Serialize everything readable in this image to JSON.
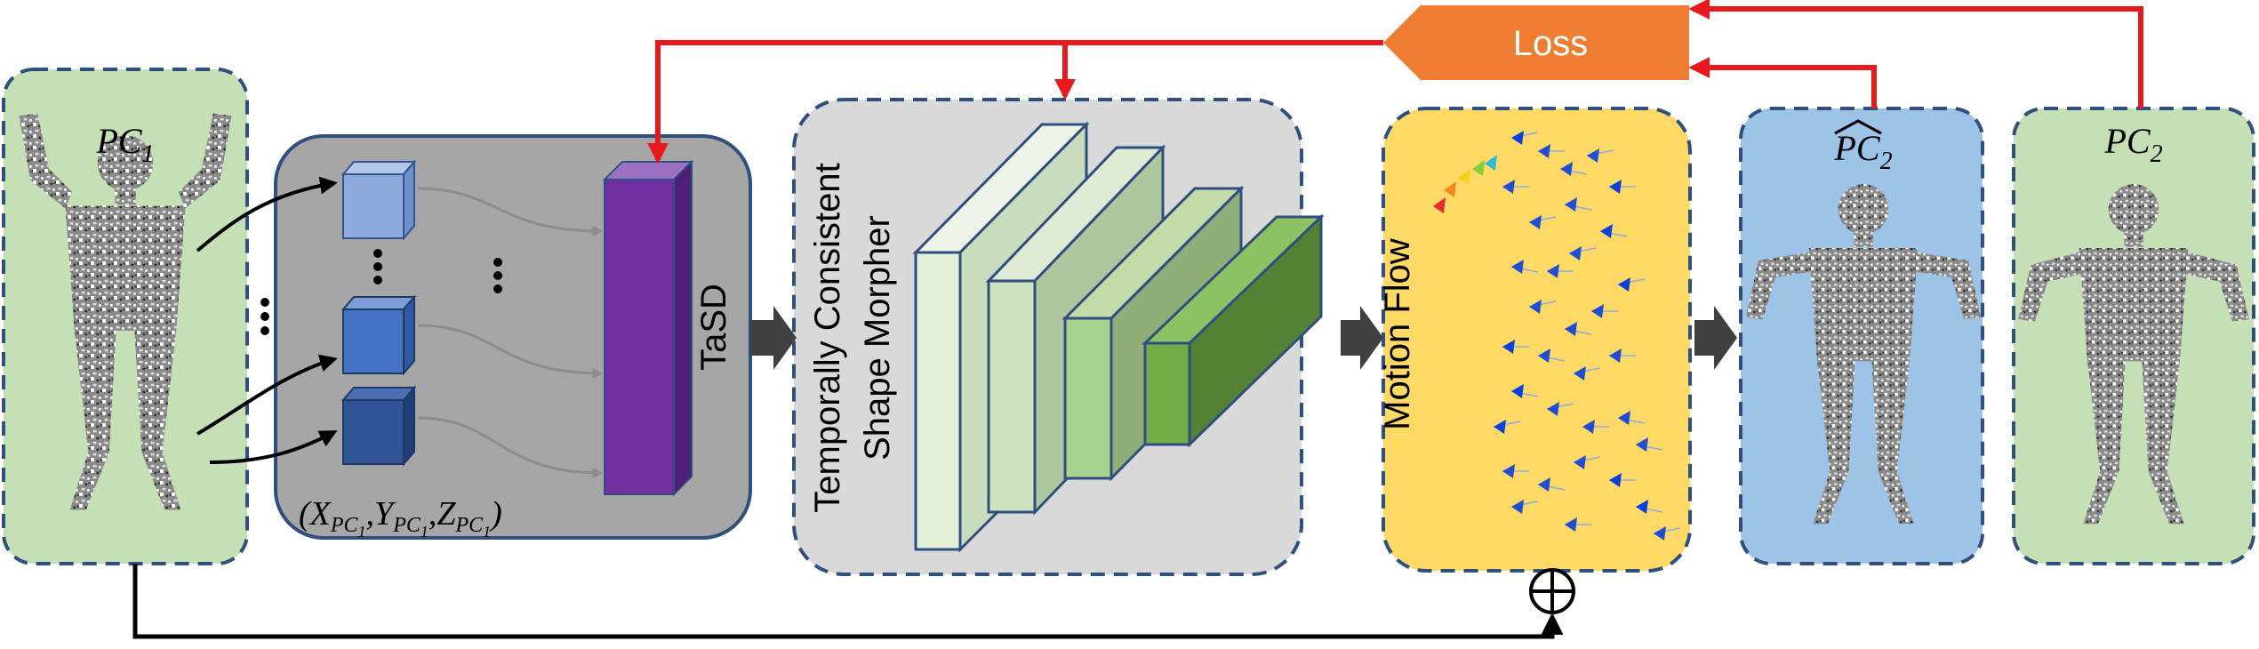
{
  "loss": {
    "label": "Loss"
  },
  "panels": {
    "pc1": {
      "label": "PC",
      "subscript": "1"
    },
    "tasd": {
      "label": "TaSD",
      "coords": {
        "open": "(",
        "x": "X",
        "y": "Y",
        "z": "Z",
        "sub": "PC",
        "idx": "1",
        "sep": ",",
        "close": ")"
      },
      "dots": "⋮"
    },
    "morpher": {
      "line1": "Temporally Consistent",
      "line2": "Shape Morpher"
    },
    "motion": {
      "label": "Motion Flow"
    },
    "pc2hat": {
      "label": "PC",
      "subscript": "2"
    },
    "pc2": {
      "label": "PC",
      "subscript": "2"
    }
  },
  "operators": {
    "add": "⊕"
  },
  "colors": {
    "feedback_arrow": "#e8191c",
    "loss_box": "#ee7d31",
    "pc_panel_green": "#c5e0b4",
    "pc_panel_blue": "#9dc3e6",
    "tasd_panel": "#a6a6a6",
    "morpher_panel": "#d9d9d9",
    "motion_panel": "#ffd966",
    "tasd_bar": "#7030a0",
    "cube_light": "#8faadc",
    "cube_mid": "#4472c4",
    "cube_dark": "#2f5597",
    "panel_border": "#2f4f7f",
    "flow_arrow": "#404040"
  },
  "icons": [
    "point-cloud-figure",
    "point-cube",
    "feature-bar",
    "morpher-layer",
    "motion-vector",
    "flow-arrow",
    "plus-circle-icon"
  ]
}
